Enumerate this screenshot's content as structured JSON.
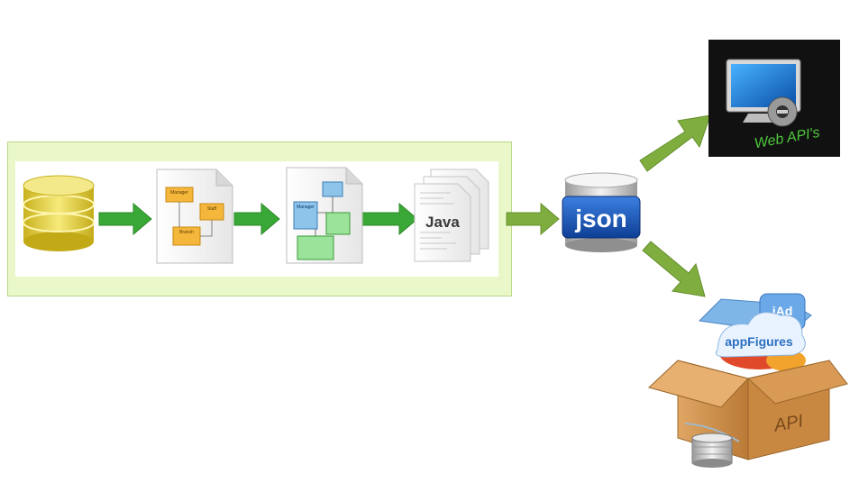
{
  "nodes": {
    "java_doc_label": "Java",
    "json_label": "json",
    "web_api_label": "Web API's",
    "appfigures_label": "appFigures",
    "iad_label": "iAd",
    "api_box_label": "API"
  },
  "uml_labels": {
    "manager": "Manager",
    "staff": "Staff",
    "branch": "Branch"
  },
  "icons": [
    "database-icon",
    "er-diagram-document-icon",
    "class-diagram-document-icon",
    "java-source-documents-icon",
    "json-database-icon",
    "web-api-monitor-icon",
    "app-store-box-icon",
    "tin-can-icon"
  ],
  "colors": {
    "panel_bg": "#e9f7c9",
    "green_arrow": "#3aa836",
    "olive_arrow": "#7fae3f",
    "json_blue": "#1a57b8",
    "db_yellow": "#e8d53a",
    "box_brown": "#d79a55"
  }
}
